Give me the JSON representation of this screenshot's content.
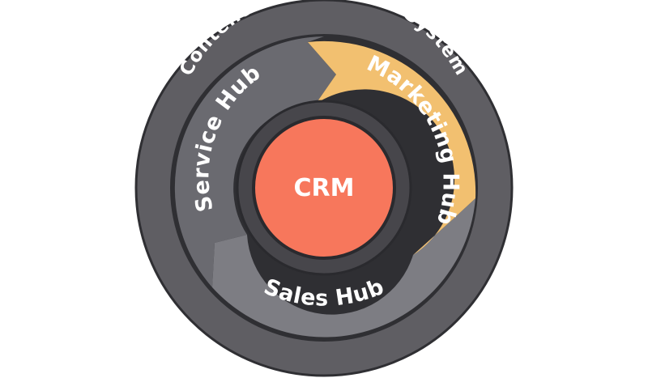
{
  "diagram": {
    "outer_ring_label": "Content Management System",
    "hubs": {
      "marketing": "Marketing Hub",
      "service": "Service Hub",
      "sales": "Sales Hub"
    },
    "center_label": "CRM",
    "colors": {
      "outer_ring": "#5f5e63",
      "service_hub": "#6a6a70",
      "sales_hub": "#7d7d83",
      "marketing_hub": "#f2c070",
      "crm_ring": "#47464b",
      "crm_core": "#f7775c",
      "text": "#ffffff"
    }
  }
}
